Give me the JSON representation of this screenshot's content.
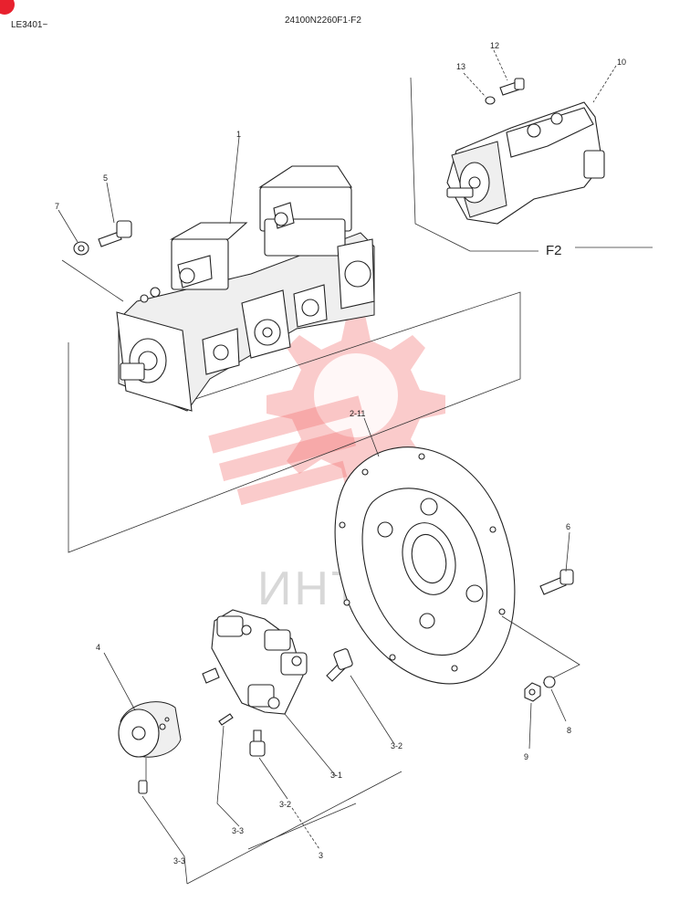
{
  "header": {
    "left_code": "LE3401~",
    "center_code": "24100N2260F1·F2"
  },
  "watermark": {
    "text": "ИНТЕХ",
    "color": "#f26b6b"
  },
  "corner_badge_color": "#e8212e",
  "callouts": {
    "c1": "1",
    "c2_11": "2-11",
    "c3": "3",
    "c3_1": "3-1",
    "c3_2a": "3-2",
    "c3_2b": "3-2",
    "c3_3a": "3-3",
    "c3_3b": "3-3",
    "c4": "4",
    "c5": "5",
    "c6": "6",
    "c7": "7",
    "c8": "8",
    "c9": "9",
    "c10": "10",
    "c12": "12",
    "c13": "13",
    "f2": "F2"
  }
}
